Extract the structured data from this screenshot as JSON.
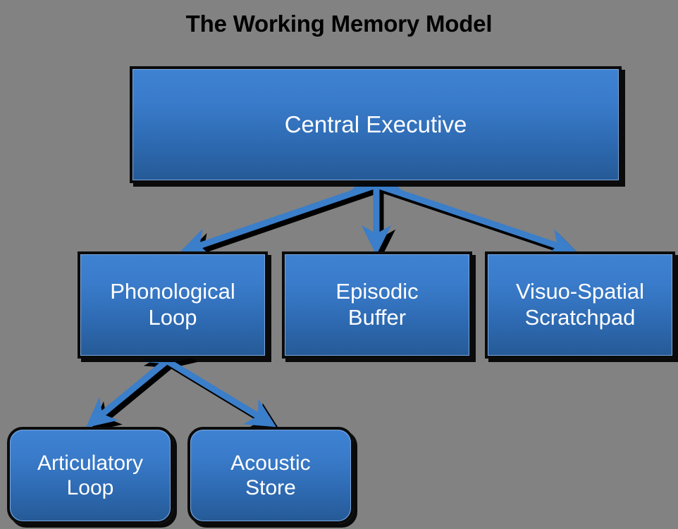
{
  "diagram": {
    "title": "The Working Memory Model",
    "background_color": "#828282",
    "node_fill_top": "#3f82d2",
    "node_fill_bottom": "#255a96",
    "node_border_color": "#0b0b0b",
    "node_text_color": "#ffffff",
    "arrow_color": "#3b7ec9",
    "arrow_shadow_color": "#000000",
    "nodes": [
      {
        "id": "central-executive",
        "label": "Central Executive",
        "level": "top",
        "shape": "rectangle"
      },
      {
        "id": "phonological-loop",
        "label": "Phonological Loop",
        "label_line1": "Phonological",
        "label_line2": "Loop",
        "level": "middle",
        "shape": "rectangle"
      },
      {
        "id": "episodic-buffer",
        "label": "Episodic Buffer",
        "label_line1": "Episodic",
        "label_line2": "Buffer",
        "level": "middle",
        "shape": "rectangle"
      },
      {
        "id": "visuo-spatial-scratchpad",
        "label": "Visuo-Spatial Scratchpad",
        "label_line1": "Visuo-Spatial",
        "label_line2": "Scratchpad",
        "level": "middle",
        "shape": "rectangle"
      },
      {
        "id": "articulatory-loop",
        "label": "Articulatory Loop",
        "label_line1": "Articulatory",
        "label_line2": "Loop",
        "level": "bottom",
        "shape": "rounded-rectangle"
      },
      {
        "id": "acoustic-store",
        "label": "Acoustic Store",
        "label_line1": "Acoustic",
        "label_line2": "Store",
        "level": "bottom",
        "shape": "rounded-rectangle"
      }
    ],
    "connections": [
      {
        "id": "central-to-phonological",
        "from": "central-executive",
        "to": "phonological-loop",
        "style": "double-headed-arrow"
      },
      {
        "id": "central-to-episodic",
        "from": "central-executive",
        "to": "episodic-buffer",
        "style": "double-headed-arrow"
      },
      {
        "id": "central-to-visuospatial",
        "from": "central-executive",
        "to": "visuo-spatial-scratchpad",
        "style": "double-headed-arrow"
      },
      {
        "id": "phonological-to-articulatory",
        "from": "phonological-loop",
        "to": "articulatory-loop",
        "style": "double-headed-arrow"
      },
      {
        "id": "phonological-to-acoustic",
        "from": "phonological-loop",
        "to": "acoustic-store",
        "style": "double-headed-arrow"
      }
    ]
  }
}
